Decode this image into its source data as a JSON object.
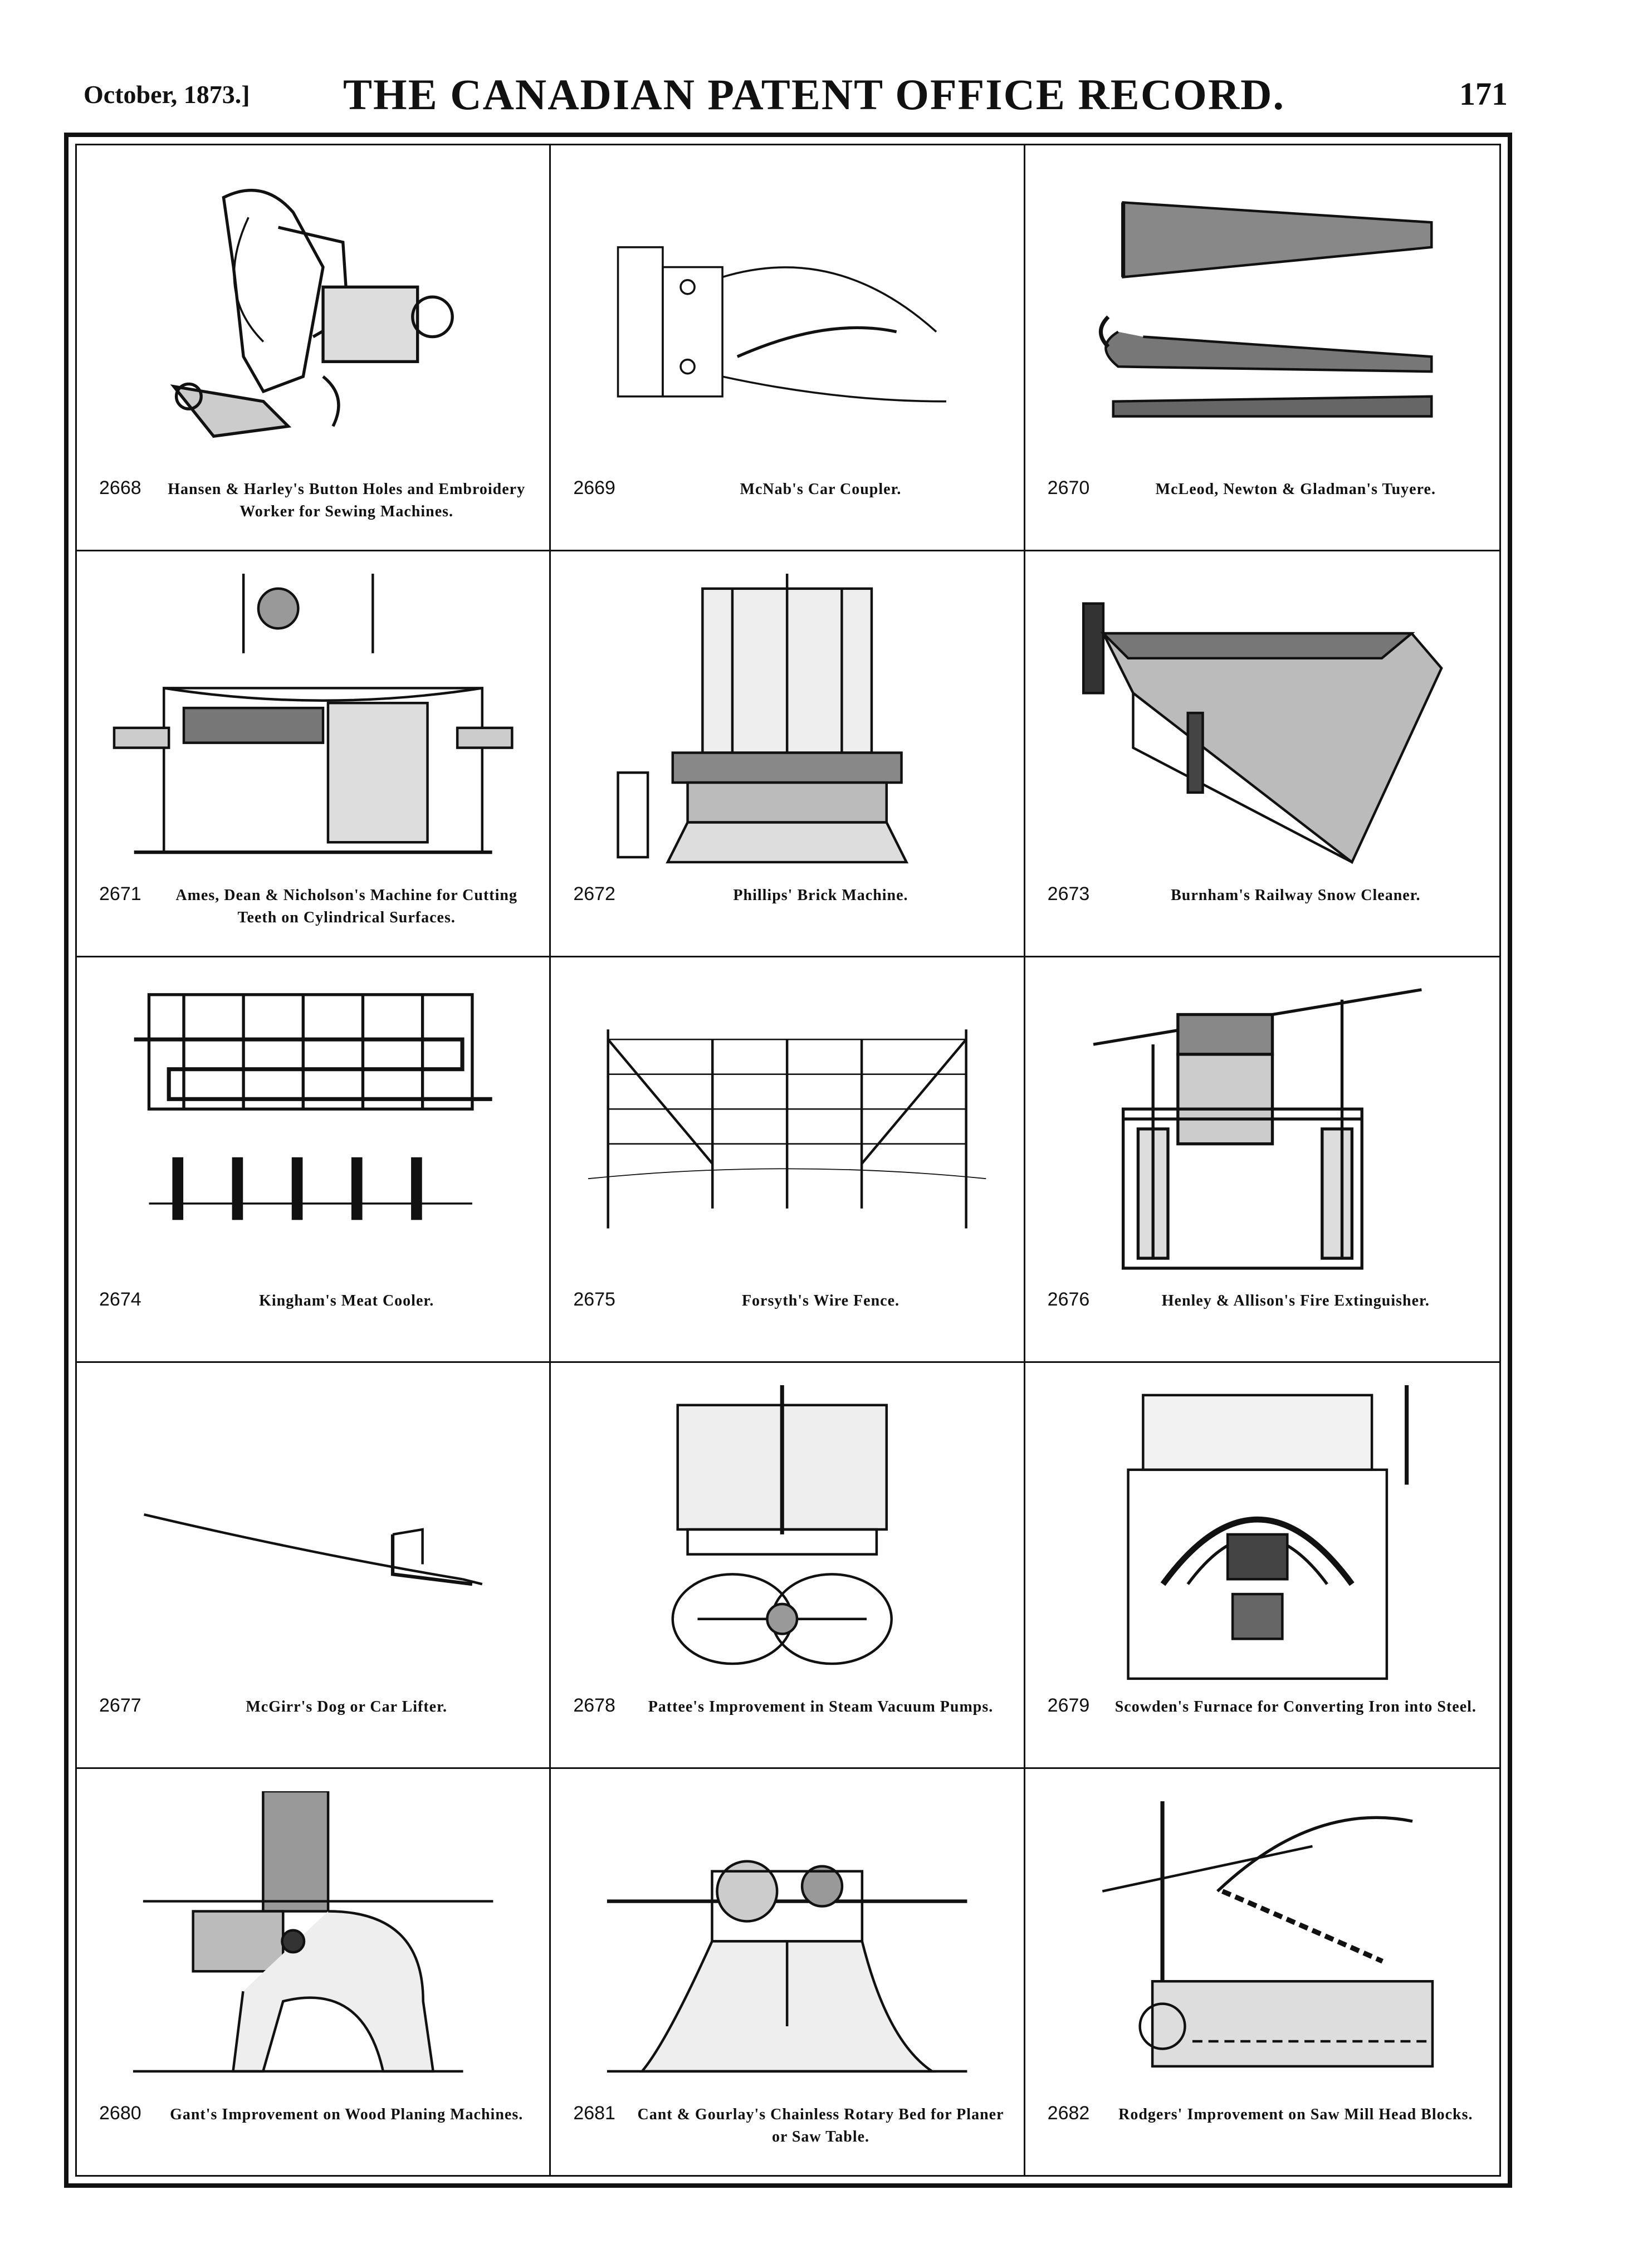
{
  "header": {
    "date": "October, 1873.]",
    "title": "THE CANADIAN PATENT OFFICE RECORD.",
    "page": "171"
  },
  "patents": [
    {
      "number": "2668",
      "title": "Hansen & Harley's Button Holes and Embroidery Worker for Sewing Machines.",
      "icon": "sewing-mechanism-drawing"
    },
    {
      "number": "2669",
      "title": "McNab's Car Coupler.",
      "icon": "car-coupler-drawing"
    },
    {
      "number": "2670",
      "title": "McLeod, Newton & Gladman's Tuyere.",
      "icon": "tuyere-drawing"
    },
    {
      "number": "2671",
      "title": "Ames, Dean & Nicholson's Machine for Cutting Teeth on Cylindrical Surfaces.",
      "icon": "teeth-cutting-machine-drawing"
    },
    {
      "number": "2672",
      "title": "Phillips' Brick Machine.",
      "icon": "brick-machine-drawing"
    },
    {
      "number": "2673",
      "title": "Burnham's Railway Snow Cleaner.",
      "icon": "snow-cleaner-drawing"
    },
    {
      "number": "2674",
      "title": "Kingham's Meat Cooler.",
      "icon": "meat-cooler-drawing"
    },
    {
      "number": "2675",
      "title": "Forsyth's Wire Fence.",
      "icon": "wire-fence-drawing"
    },
    {
      "number": "2676",
      "title": "Henley & Allison's Fire Extinguisher.",
      "icon": "fire-extinguisher-drawing"
    },
    {
      "number": "2677",
      "title": "McGirr's Dog or Car Lifter.",
      "icon": "car-lifter-drawing"
    },
    {
      "number": "2678",
      "title": "Pattee's Improvement in Steam Vacuum Pumps.",
      "icon": "vacuum-pump-drawing"
    },
    {
      "number": "2679",
      "title": "Scowden's Furnace for Converting Iron into Steel.",
      "icon": "furnace-drawing"
    },
    {
      "number": "2680",
      "title": "Gant's Improvement on Wood Planing Machines.",
      "icon": "planing-machine-drawing"
    },
    {
      "number": "2681",
      "title": "Cant & Gourlay's Chainless Rotary Bed for Planer or Saw Table.",
      "icon": "rotary-bed-drawing"
    },
    {
      "number": "2682",
      "title": "Rodgers' Improvement on Saw Mill Head Blocks.",
      "icon": "head-blocks-drawing"
    }
  ]
}
